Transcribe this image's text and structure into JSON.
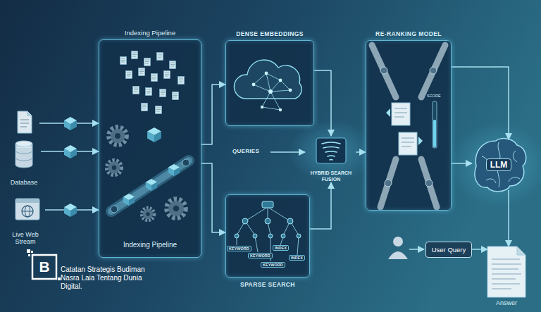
{
  "diagram": {
    "nodes": [
      {
        "text": [
          "Data"
        ]
      },
      {
        "text": [
          "Database"
        ]
      },
      {
        "text": [
          "Live Web Stream"
        ]
      },
      {
        "text": [
          "Indexing Pipeline",
          "Indexing Pipeline"
        ]
      },
      {
        "text": [
          "DENSE EMBEDDINGS"
        ]
      },
      {
        "text": [
          "SPARSE SEARCH"
        ]
      },
      {
        "text": [
          "HYBRID SEARCH FUSION"
        ]
      },
      {
        "text": [
          "RE-RANKING MODEL"
        ]
      },
      {
        "text": [
          "LLM"
        ]
      },
      {
        "text": [
          "User Query"
        ]
      },
      {
        "text": [
          "Answer"
        ]
      }
    ],
    "edges": [
      {
        "from": 0,
        "to": 3,
        "arrow": "to"
      },
      {
        "from": 1,
        "to": 3,
        "arrow": "to"
      },
      {
        "from": 2,
        "to": 3,
        "arrow": "to"
      },
      {
        "from": 3,
        "to": 4,
        "arrow": "to"
      },
      {
        "from": 3,
        "to": 5,
        "arrow": "to"
      },
      {
        "from": 4,
        "to": 6,
        "arrow": "to"
      },
      {
        "from": 5,
        "to": 6,
        "arrow": "to"
      },
      {
        "from": 6,
        "to": 7,
        "arrow": "to"
      },
      {
        "from": 7,
        "to": 8,
        "arrow": "to"
      },
      {
        "from": 7,
        "to": 8,
        "arrow": "to"
      },
      {
        "from": 8,
        "to": 10,
        "arrow": "to"
      },
      {
        "from": 9,
        "to": 10,
        "arrow": "to"
      }
    ],
    "labels": [
      "QUERIES",
      "KEYWORD",
      "KEYWORD",
      "KEYWORD",
      "INDEX",
      "INDEX",
      "SCORE",
      "B",
      "Catatan Strategis Budiman Nasra Laia Tentang Dunia Digital."
    ]
  }
}
